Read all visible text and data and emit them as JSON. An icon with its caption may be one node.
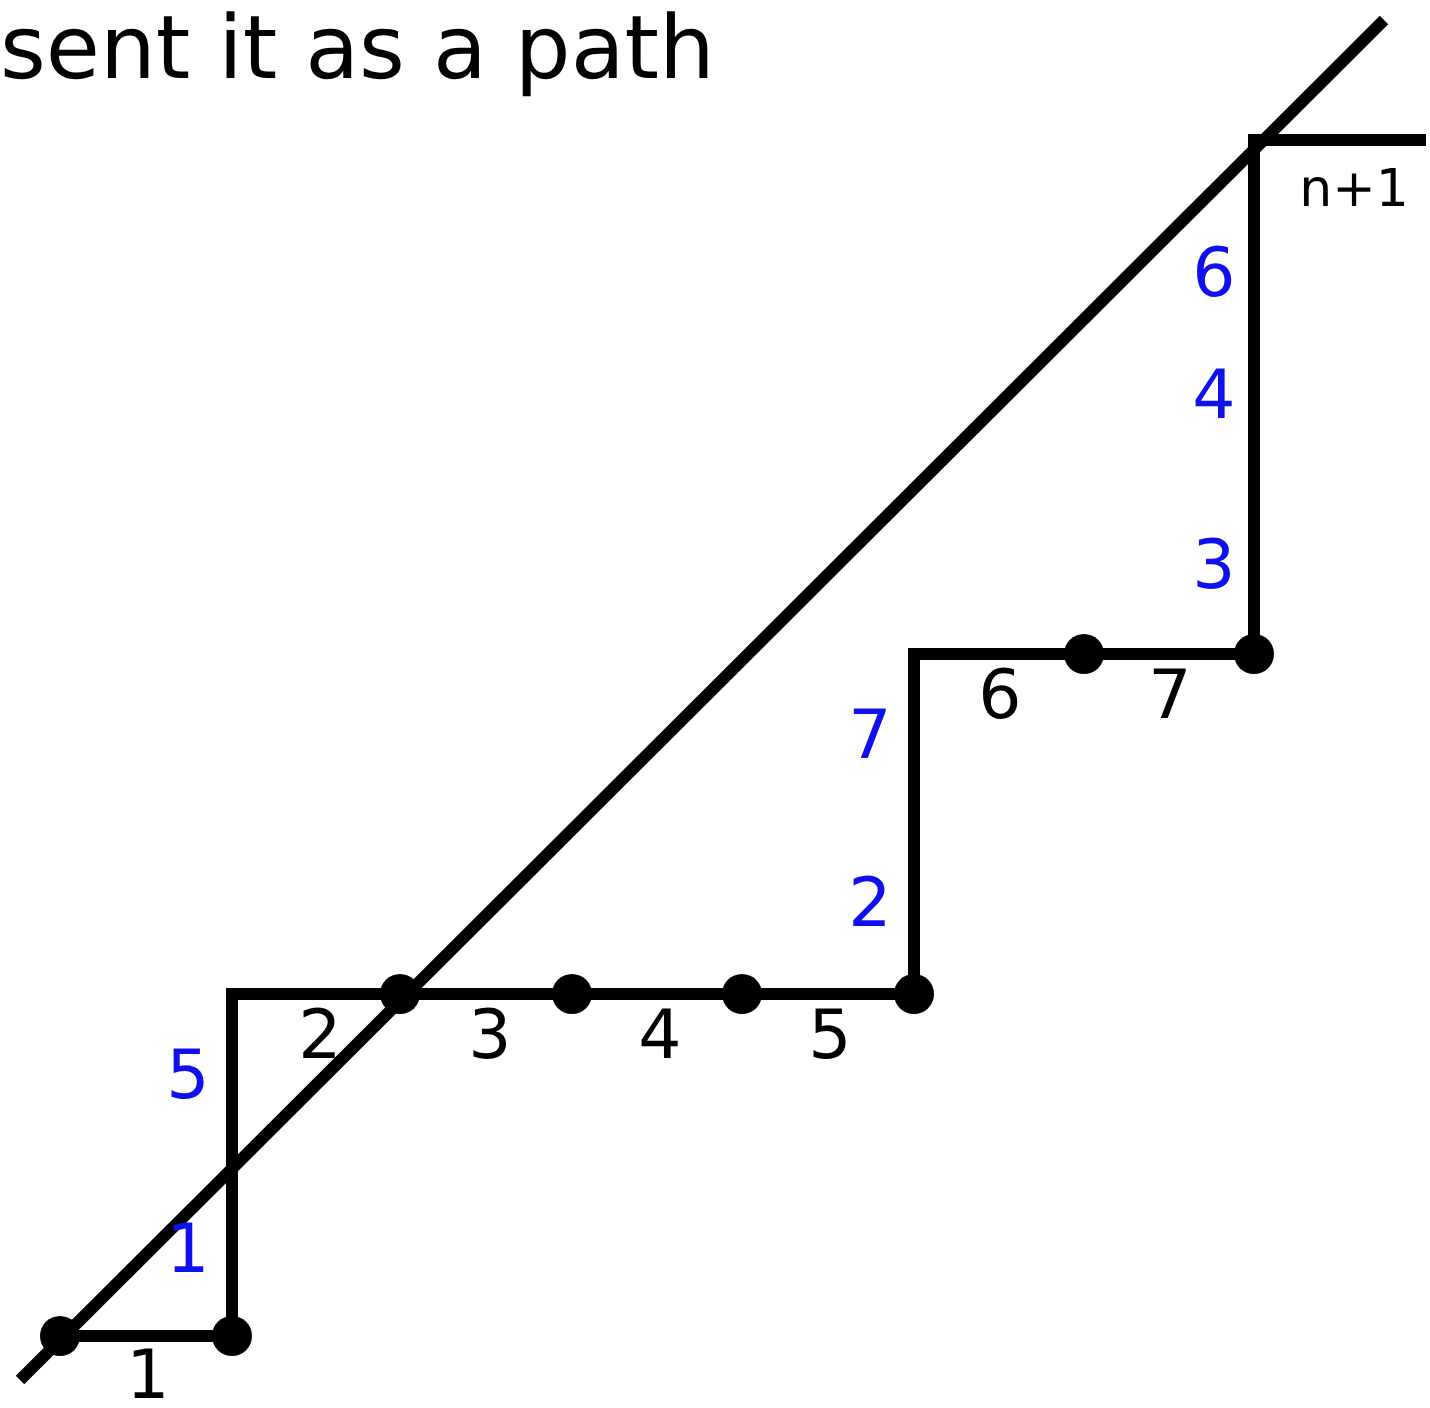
{
  "diagram": {
    "title": "sent it as a path",
    "labels": [
      "n+1",
      "6",
      "4",
      "3",
      "6",
      "7",
      "7",
      "2",
      "2",
      "3",
      "4",
      "5",
      "5",
      "1",
      "1"
    ]
  }
}
